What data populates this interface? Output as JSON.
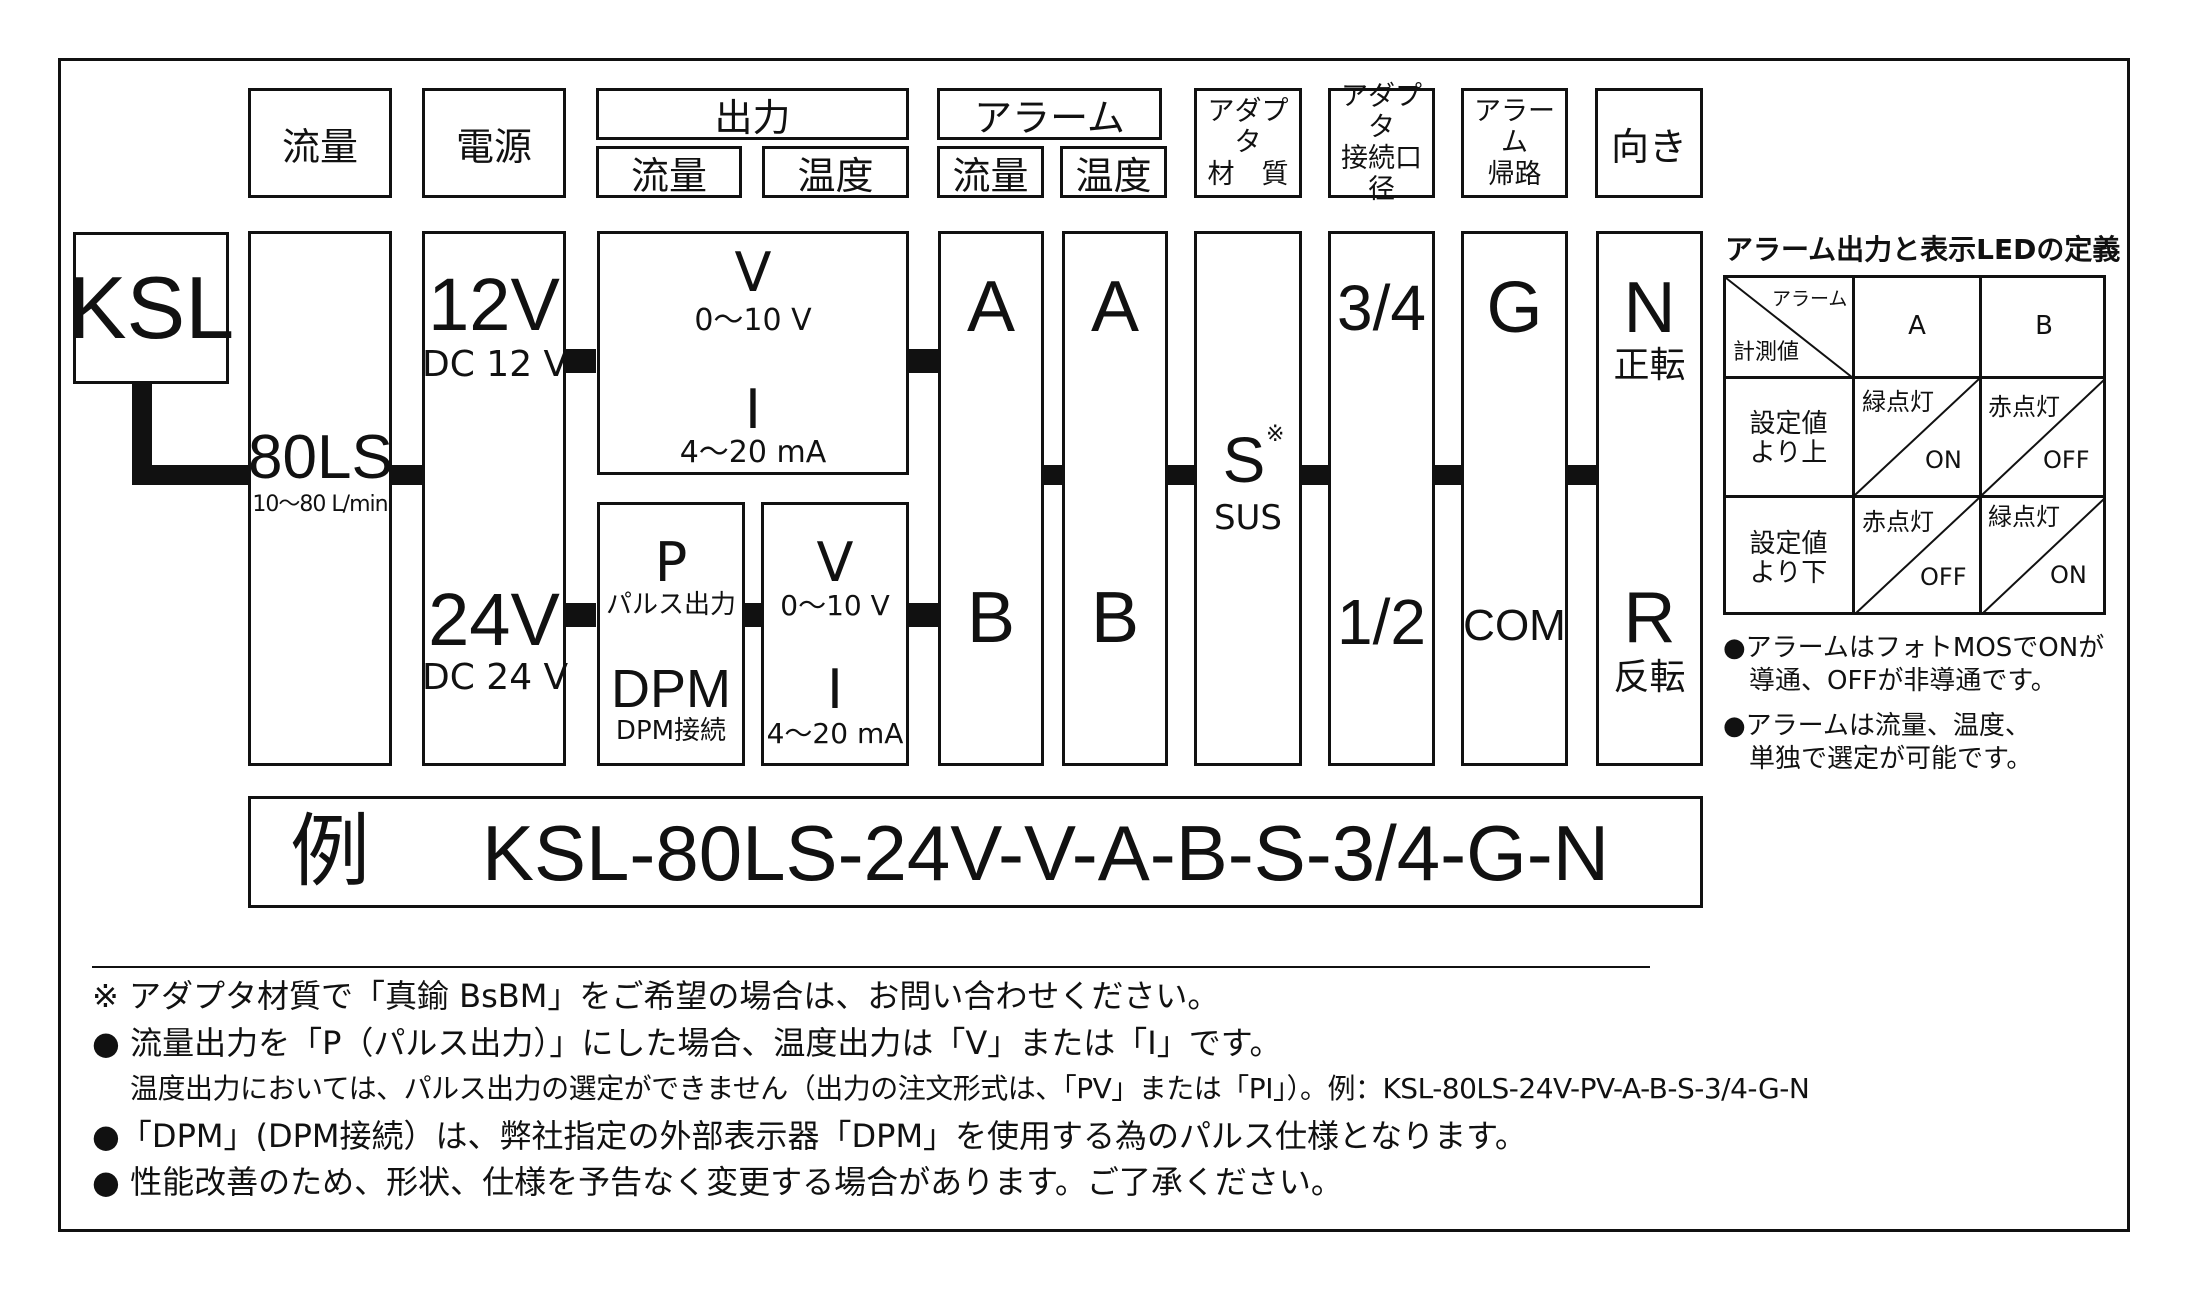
{
  "headers": {
    "flow": "流量",
    "power": "電源",
    "output": "出力",
    "output_flow": "流量",
    "output_temp": "温度",
    "alarm": "アラーム",
    "alarm_flow": "流量",
    "alarm_temp": "温度",
    "adapter_material": "アダプタ\n材　質",
    "adapter_diameter": "アダプタ\n接続口径",
    "alarm_circuit": "アラーム\n帰路",
    "direction": "向き"
  },
  "model": "KSL",
  "flow": {
    "code": "80LS",
    "range": "10〜80 L/min"
  },
  "power": {
    "v12": {
      "code": "12V",
      "label": "DC 12 V"
    },
    "v24": {
      "code": "24V",
      "label": "DC 24 V"
    }
  },
  "output_top": {
    "v": "V",
    "v_range": "0〜10 V",
    "i": "I",
    "i_range": "4〜20 mA"
  },
  "output_flow_pulse": {
    "p": "P",
    "p_label": "パルス出力",
    "dpm": "DPM",
    "dpm_label": "DPM接続"
  },
  "output_temp_bottom": {
    "v": "V",
    "v_range": "0〜10 V",
    "i": "I",
    "i_range": "4〜20 mA"
  },
  "alarm_flow": {
    "a": "A",
    "b": "B"
  },
  "alarm_temp": {
    "a": "A",
    "b": "B"
  },
  "material": {
    "code": "S",
    "mark": "※",
    "label": "SUS"
  },
  "diameter": {
    "d1": "3/4",
    "d2": "1/2"
  },
  "circuit": {
    "g": "G",
    "com": "COM"
  },
  "direction": {
    "n": "N",
    "n_label": "正転",
    "r": "R",
    "r_label": "反転"
  },
  "example": {
    "label": "例",
    "code": "KSL-80LS-24V-V-A-B-S-3/4-G-N"
  },
  "alarm_table": {
    "title": "アラーム出力と表示LEDの定義",
    "corner_top": "アラーム",
    "corner_bottom": "計測値",
    "col_a": "A",
    "col_b": "B",
    "row1_label": "設定値\nより上",
    "row2_label": "設定値\nより下",
    "r1a_led": "緑点灯",
    "r1a_state": "ON",
    "r1b_led": "赤点灯",
    "r1b_state": "OFF",
    "r2a_led": "赤点灯",
    "r2a_state": "OFF",
    "r2b_led": "緑点灯",
    "r2b_state": "ON"
  },
  "side_notes": {
    "n1": "●アラームはフォトMOSでONが\n　導通、OFFが非導通です。",
    "n2": "●アラームは流量、温度、\n　単独で選定が可能です。"
  },
  "notes": {
    "n1": "※ アダプタ材質で「真鍮 BsBM」をご希望の場合は、お問い合わせください。",
    "n2a": "● 流量出力を「P（パルス出力）」にした場合、温度出力は「V」または「I」です。",
    "n2b": "温度出力においては、パルス出力の選定ができません（出力の注文形式は、「PV」または「PI」）。例：KSL-80LS-24V-PV-A-B-S-3/4-G-N",
    "n3": "●「DPM」(DPM接続）は、弊社指定の外部表示器「DPM」を使用する為のパルス仕様となります。",
    "n4": "● 性能改善のため、形状、仕様を予告なく変更する場合があります。ご了承ください。"
  }
}
